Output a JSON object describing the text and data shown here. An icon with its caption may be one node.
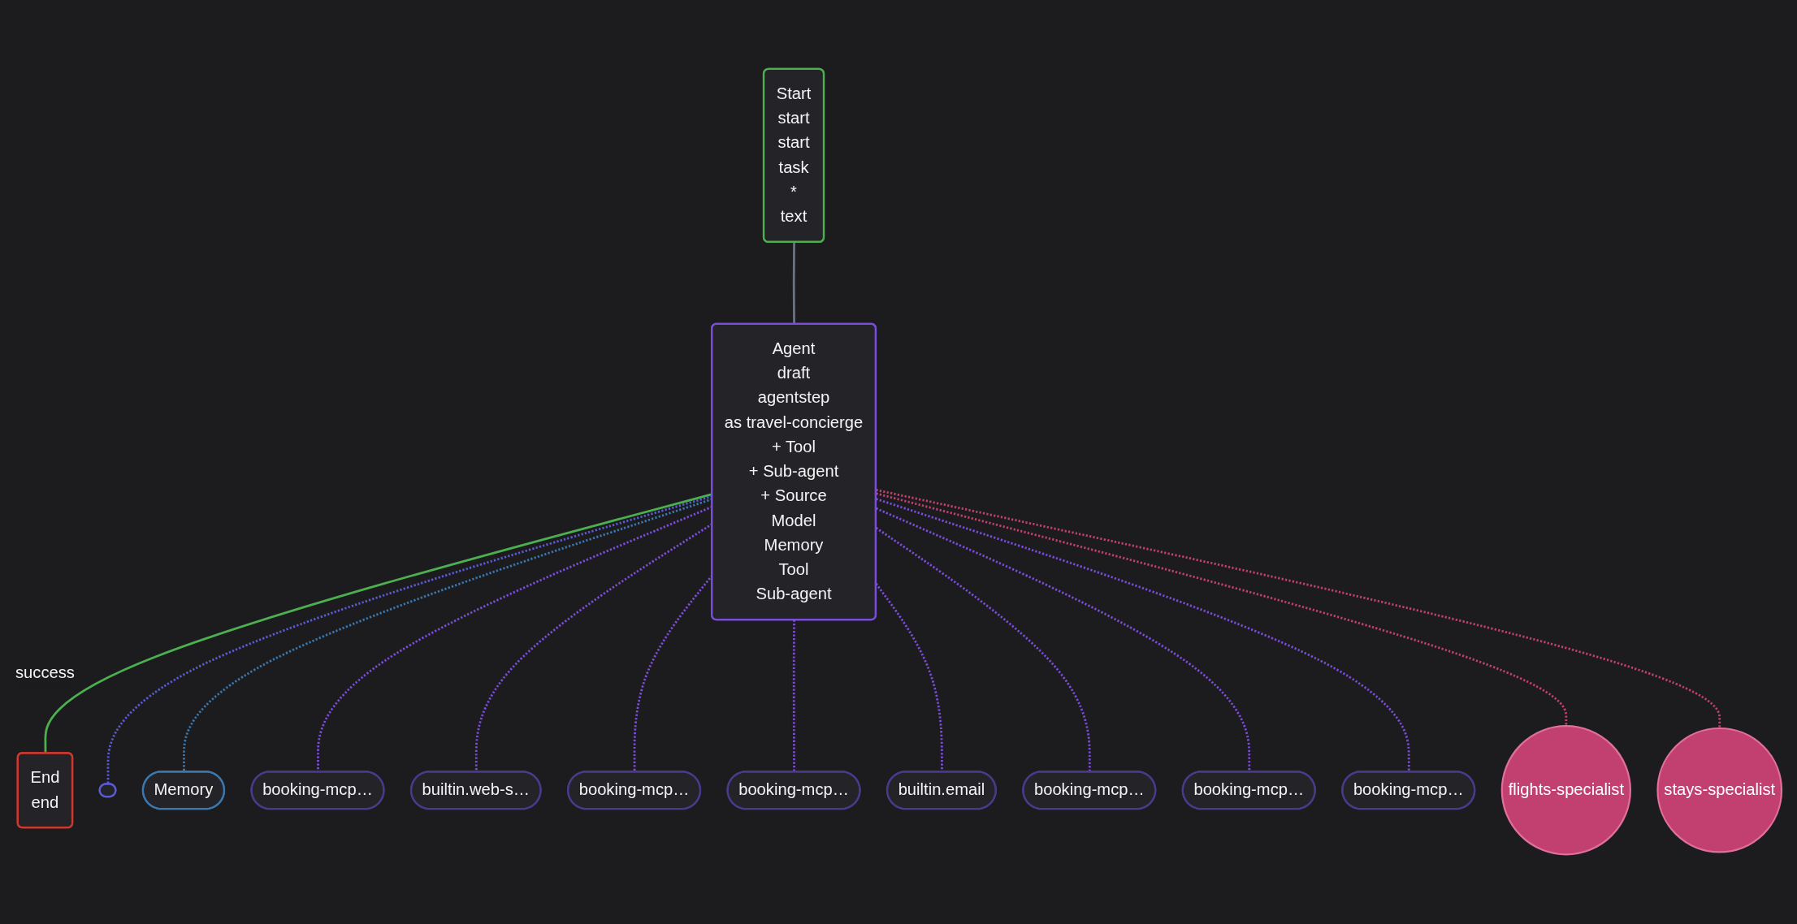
{
  "diagram": {
    "nodes": [
      {
        "text": [
          "Start",
          "start",
          "start",
          "task",
          "*",
          "text"
        ]
      },
      {
        "text": [
          "Agent",
          "draft",
          "agentstep",
          "as travel-concierge",
          "+ Tool",
          "+ Sub-agent",
          "+ Source",
          "Model",
          "Memory",
          "Tool",
          "Sub-agent"
        ]
      },
      {
        "text": [
          "End",
          "end"
        ]
      },
      {
        "text": [],
        "shape": "box"
      },
      {
        "text": [
          "Memory"
        ]
      },
      {
        "text": [
          "booking-mcp…"
        ]
      },
      {
        "text": [
          "builtin.web-s…"
        ]
      },
      {
        "text": [
          "booking-mcp…"
        ]
      },
      {
        "text": [
          "booking-mcp…"
        ]
      },
      {
        "text": [
          "builtin.email"
        ]
      },
      {
        "text": [
          "booking-mcp…"
        ]
      },
      {
        "text": [
          "booking-mcp…"
        ]
      },
      {
        "text": [
          "booking-mcp…"
        ]
      },
      {
        "text": [
          "flights-specialist"
        ]
      },
      {
        "text": [
          "stays-specialist"
        ]
      }
    ],
    "edges": [
      {
        "from": 0,
        "to": 1,
        "arrow": "none",
        "color": "#6b7280"
      },
      {
        "from": 1,
        "to": 2,
        "arrow": "none",
        "label": "success",
        "color": "#4caf50"
      },
      {
        "from": 1,
        "to": 3,
        "arrow": "none",
        "style": "dashed",
        "color": "#5b5bd6"
      },
      {
        "from": 1,
        "to": 4,
        "arrow": "none",
        "style": "dashed",
        "color": "#3a78b0"
      },
      {
        "from": 1,
        "to": 5,
        "arrow": "none",
        "style": "dashed"
      },
      {
        "from": 1,
        "to": 6,
        "arrow": "none",
        "style": "dashed"
      },
      {
        "from": 1,
        "to": 7,
        "arrow": "none",
        "style": "dashed"
      },
      {
        "from": 1,
        "to": 8,
        "arrow": "none",
        "style": "dashed"
      },
      {
        "from": 1,
        "to": 9,
        "arrow": "none",
        "style": "dashed"
      },
      {
        "from": 1,
        "to": 10,
        "arrow": "none",
        "style": "dashed"
      },
      {
        "from": 1,
        "to": 11,
        "arrow": "none",
        "style": "dashed"
      },
      {
        "from": 1,
        "to": 12,
        "arrow": "none",
        "style": "dashed"
      },
      {
        "from": 1,
        "to": 13,
        "arrow": "none",
        "style": "dashed",
        "color": "#c2406f"
      },
      {
        "from": 1,
        "to": 14,
        "arrow": "none",
        "style": "dashed",
        "color": "#c2406f"
      }
    ]
  }
}
